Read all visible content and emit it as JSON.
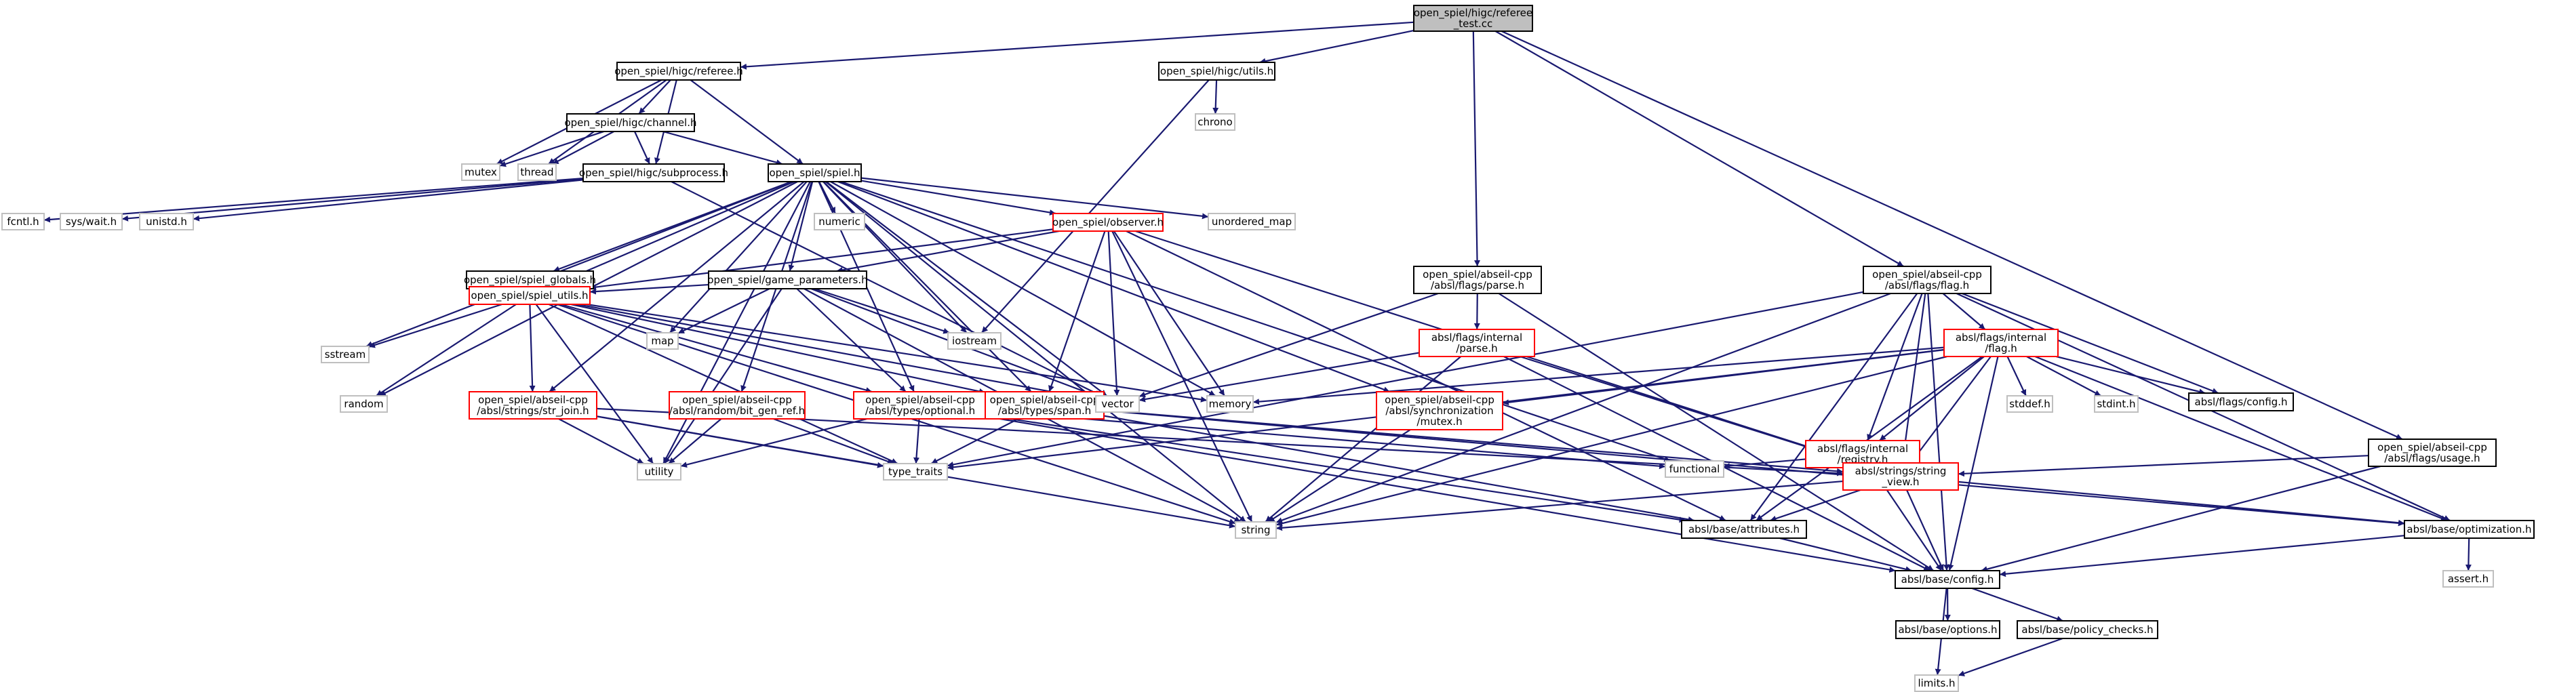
{
  "colors": {
    "edge": "#191970",
    "root_fill": "#bfbfbf",
    "node_fill": "#ffffff",
    "border_documented": "#000000",
    "border_undocumented": "#bfbfbf",
    "border_incomplete": "#ff0000"
  },
  "nodes": [
    {
      "id": "root",
      "lines": [
        "open_spiel/higc/referee",
        "_test.cc"
      ],
      "style": "root"
    },
    {
      "id": "referee_h",
      "lines": [
        "open_spiel/higc/referee.h"
      ],
      "style": "black"
    },
    {
      "id": "utils_h",
      "lines": [
        "open_spiel/higc/utils.h"
      ],
      "style": "black"
    },
    {
      "id": "chrono",
      "lines": [
        "chrono"
      ],
      "style": "gray"
    },
    {
      "id": "channel_h",
      "lines": [
        "open_spiel/higc/channel.h"
      ],
      "style": "black"
    },
    {
      "id": "mutex",
      "lines": [
        "mutex"
      ],
      "style": "gray"
    },
    {
      "id": "thread",
      "lines": [
        "thread"
      ],
      "style": "gray"
    },
    {
      "id": "subprocess_h",
      "lines": [
        "open_spiel/higc/subprocess.h"
      ],
      "style": "black"
    },
    {
      "id": "spiel_h",
      "lines": [
        "open_spiel/spiel.h"
      ],
      "style": "black"
    },
    {
      "id": "fcntl_h",
      "lines": [
        "fcntl.h"
      ],
      "style": "gray"
    },
    {
      "id": "sys_wait_h",
      "lines": [
        "sys/wait.h"
      ],
      "style": "gray"
    },
    {
      "id": "unistd_h",
      "lines": [
        "unistd.h"
      ],
      "style": "gray"
    },
    {
      "id": "numeric",
      "lines": [
        "numeric"
      ],
      "style": "gray"
    },
    {
      "id": "observer_h",
      "lines": [
        "open_spiel/observer.h"
      ],
      "style": "red"
    },
    {
      "id": "unordered_map",
      "lines": [
        "unordered_map"
      ],
      "style": "gray"
    },
    {
      "id": "spiel_globals_h",
      "lines": [
        "open_spiel/spiel_globals.h"
      ],
      "style": "black"
    },
    {
      "id": "game_parameters_h",
      "lines": [
        "open_spiel/game_parameters.h"
      ],
      "style": "black"
    },
    {
      "id": "spiel_utils_h",
      "lines": [
        "open_spiel/spiel_utils.h"
      ],
      "style": "red"
    },
    {
      "id": "map",
      "lines": [
        "map"
      ],
      "style": "gray"
    },
    {
      "id": "iostream",
      "lines": [
        "iostream"
      ],
      "style": "gray"
    },
    {
      "id": "sstream",
      "lines": [
        "sstream"
      ],
      "style": "gray"
    },
    {
      "id": "random",
      "lines": [
        "random"
      ],
      "style": "gray"
    },
    {
      "id": "str_join_h",
      "lines": [
        "open_spiel/abseil-cpp",
        "/absl/strings/str_join.h"
      ],
      "style": "red"
    },
    {
      "id": "bit_gen_ref_h",
      "lines": [
        "open_spiel/abseil-cpp",
        "/absl/random/bit_gen_ref.h"
      ],
      "style": "red"
    },
    {
      "id": "optional_h",
      "lines": [
        "open_spiel/abseil-cpp",
        "/absl/types/optional.h"
      ],
      "style": "red"
    },
    {
      "id": "span_h",
      "lines": [
        "open_spiel/abseil-cpp",
        "/absl/types/span.h"
      ],
      "style": "red"
    },
    {
      "id": "vector",
      "lines": [
        "vector"
      ],
      "style": "gray"
    },
    {
      "id": "memory",
      "lines": [
        "memory"
      ],
      "style": "gray"
    },
    {
      "id": "utility",
      "lines": [
        "utility"
      ],
      "style": "gray"
    },
    {
      "id": "type_traits",
      "lines": [
        "type_traits"
      ],
      "style": "gray"
    },
    {
      "id": "string",
      "lines": [
        "string"
      ],
      "style": "gray"
    },
    {
      "id": "flags_parse_h",
      "lines": [
        "open_spiel/abseil-cpp",
        "/absl/flags/parse.h"
      ],
      "style": "black"
    },
    {
      "id": "internal_parse_h",
      "lines": [
        "absl/flags/internal",
        "/parse.h"
      ],
      "style": "red"
    },
    {
      "id": "sync_mutex_h",
      "lines": [
        "open_spiel/abseil-cpp",
        "/absl/synchronization",
        "/mutex.h"
      ],
      "style": "red"
    },
    {
      "id": "flags_flag_h",
      "lines": [
        "open_spiel/abseil-cpp",
        "/absl/flags/flag.h"
      ],
      "style": "black"
    },
    {
      "id": "internal_flag_h",
      "lines": [
        "absl/flags/internal",
        "/flag.h"
      ],
      "style": "red"
    },
    {
      "id": "flags_config_h",
      "lines": [
        "absl/flags/config.h"
      ],
      "style": "black"
    },
    {
      "id": "stddef_h",
      "lines": [
        "stddef.h"
      ],
      "style": "gray"
    },
    {
      "id": "stdint_h",
      "lines": [
        "stdint.h"
      ],
      "style": "gray"
    },
    {
      "id": "internal_registry_h",
      "lines": [
        "absl/flags/internal",
        "/registry.h"
      ],
      "style": "red"
    },
    {
      "id": "functional",
      "lines": [
        "functional"
      ],
      "style": "gray"
    },
    {
      "id": "string_view_h",
      "lines": [
        "absl/strings/string",
        "_view.h"
      ],
      "style": "red"
    },
    {
      "id": "flags_usage_h",
      "lines": [
        "open_spiel/abseil-cpp",
        "/absl/flags/usage.h"
      ],
      "style": "black"
    },
    {
      "id": "attributes_h",
      "lines": [
        "absl/base/attributes.h"
      ],
      "style": "black"
    },
    {
      "id": "optimization_h",
      "lines": [
        "absl/base/optimization.h"
      ],
      "style": "black"
    },
    {
      "id": "assert_h",
      "lines": [
        "assert.h"
      ],
      "style": "gray"
    },
    {
      "id": "config_h",
      "lines": [
        "absl/base/config.h"
      ],
      "style": "black"
    },
    {
      "id": "options_h",
      "lines": [
        "absl/base/options.h"
      ],
      "style": "black"
    },
    {
      "id": "policy_checks_h",
      "lines": [
        "absl/base/policy_checks.h"
      ],
      "style": "black"
    },
    {
      "id": "limits_h",
      "lines": [
        "limits.h"
      ],
      "style": "gray"
    }
  ],
  "edges": [
    [
      "root",
      "referee_h"
    ],
    [
      "root",
      "utils_h"
    ],
    [
      "root",
      "flags_parse_h"
    ],
    [
      "root",
      "flags_flag_h"
    ],
    [
      "root",
      "flags_usage_h"
    ],
    [
      "referee_h",
      "mutex"
    ],
    [
      "referee_h",
      "thread"
    ],
    [
      "referee_h",
      "channel_h"
    ],
    [
      "referee_h",
      "subprocess_h"
    ],
    [
      "referee_h",
      "spiel_h"
    ],
    [
      "utils_h",
      "chrono"
    ],
    [
      "utils_h",
      "iostream"
    ],
    [
      "channel_h",
      "mutex"
    ],
    [
      "channel_h",
      "thread"
    ],
    [
      "channel_h",
      "subprocess_h"
    ],
    [
      "channel_h",
      "spiel_h"
    ],
    [
      "subprocess_h",
      "fcntl_h"
    ],
    [
      "subprocess_h",
      "sys_wait_h"
    ],
    [
      "subprocess_h",
      "unistd_h"
    ],
    [
      "subprocess_h",
      "vector"
    ],
    [
      "spiel_h",
      "numeric"
    ],
    [
      "spiel_h",
      "observer_h"
    ],
    [
      "spiel_h",
      "unordered_map"
    ],
    [
      "spiel_h",
      "spiel_globals_h"
    ],
    [
      "spiel_h",
      "game_parameters_h"
    ],
    [
      "spiel_h",
      "spiel_utils_h"
    ],
    [
      "spiel_h",
      "map"
    ],
    [
      "spiel_h",
      "iostream"
    ],
    [
      "spiel_h",
      "sstream"
    ],
    [
      "spiel_h",
      "random"
    ],
    [
      "spiel_h",
      "str_join_h"
    ],
    [
      "spiel_h",
      "bit_gen_ref_h"
    ],
    [
      "spiel_h",
      "optional_h"
    ],
    [
      "spiel_h",
      "span_h"
    ],
    [
      "spiel_h",
      "vector"
    ],
    [
      "spiel_h",
      "memory"
    ],
    [
      "spiel_h",
      "utility"
    ],
    [
      "spiel_h",
      "string"
    ],
    [
      "spiel_h",
      "functional"
    ],
    [
      "spiel_h",
      "sync_mutex_h"
    ],
    [
      "observer_h",
      "game_parameters_h"
    ],
    [
      "observer_h",
      "spiel_utils_h"
    ],
    [
      "observer_h",
      "span_h"
    ],
    [
      "observer_h",
      "vector"
    ],
    [
      "observer_h",
      "memory"
    ],
    [
      "observer_h",
      "string"
    ],
    [
      "observer_h",
      "string_view_h"
    ],
    [
      "observer_h",
      "attributes_h"
    ],
    [
      "spiel_globals_h",
      "spiel_utils_h"
    ],
    [
      "game_parameters_h",
      "spiel_utils_h"
    ],
    [
      "game_parameters_h",
      "map"
    ],
    [
      "game_parameters_h",
      "iostream"
    ],
    [
      "game_parameters_h",
      "optional_h"
    ],
    [
      "game_parameters_h",
      "string"
    ],
    [
      "game_parameters_h",
      "utility"
    ],
    [
      "game_parameters_h",
      "vector"
    ],
    [
      "spiel_utils_h",
      "sstream"
    ],
    [
      "spiel_utils_h",
      "random"
    ],
    [
      "spiel_utils_h",
      "str_join_h"
    ],
    [
      "spiel_utils_h",
      "optional_h"
    ],
    [
      "spiel_utils_h",
      "span_h"
    ],
    [
      "spiel_utils_h",
      "vector"
    ],
    [
      "spiel_utils_h",
      "memory"
    ],
    [
      "spiel_utils_h",
      "utility"
    ],
    [
      "spiel_utils_h",
      "type_traits"
    ],
    [
      "spiel_utils_h",
      "string"
    ],
    [
      "str_join_h",
      "utility"
    ],
    [
      "str_join_h",
      "type_traits"
    ],
    [
      "str_join_h",
      "string"
    ],
    [
      "str_join_h",
      "string_view_h"
    ],
    [
      "bit_gen_ref_h",
      "utility"
    ],
    [
      "bit_gen_ref_h",
      "type_traits"
    ],
    [
      "optional_h",
      "utility"
    ],
    [
      "optional_h",
      "type_traits"
    ],
    [
      "optional_h",
      "functional"
    ],
    [
      "optional_h",
      "attributes_h"
    ],
    [
      "optional_h",
      "config_h"
    ],
    [
      "span_h",
      "type_traits"
    ],
    [
      "span_h",
      "string_view_h"
    ],
    [
      "span_h",
      "attributes_h"
    ],
    [
      "span_h",
      "optimization_h"
    ],
    [
      "flags_parse_h",
      "internal_parse_h"
    ],
    [
      "flags_parse_h",
      "vector"
    ],
    [
      "flags_parse_h",
      "config_h"
    ],
    [
      "internal_parse_h",
      "vector"
    ],
    [
      "internal_parse_h",
      "string"
    ],
    [
      "internal_parse_h",
      "string_view_h"
    ],
    [
      "internal_parse_h",
      "config_h"
    ],
    [
      "sync_mutex_h",
      "string"
    ],
    [
      "flags_flag_h",
      "internal_flag_h"
    ],
    [
      "flags_flag_h",
      "flags_config_h"
    ],
    [
      "flags_flag_h",
      "internal_registry_h"
    ],
    [
      "flags_flag_h",
      "string_view_h"
    ],
    [
      "flags_flag_h",
      "attributes_h"
    ],
    [
      "flags_flag_h",
      "config_h"
    ],
    [
      "flags_flag_h",
      "optimization_h"
    ],
    [
      "flags_flag_h",
      "string"
    ],
    [
      "flags_flag_h",
      "type_traits"
    ],
    [
      "internal_flag_h",
      "flags_config_h"
    ],
    [
      "internal_flag_h",
      "stddef_h"
    ],
    [
      "internal_flag_h",
      "stdint_h"
    ],
    [
      "internal_flag_h",
      "internal_registry_h"
    ],
    [
      "internal_flag_h",
      "string_view_h"
    ],
    [
      "internal_flag_h",
      "sync_mutex_h"
    ],
    [
      "internal_flag_h",
      "memory"
    ],
    [
      "internal_flag_h",
      "string"
    ],
    [
      "internal_flag_h",
      "type_traits"
    ],
    [
      "internal_flag_h",
      "attributes_h"
    ],
    [
      "internal_flag_h",
      "config_h"
    ],
    [
      "internal_flag_h",
      "optimization_h"
    ],
    [
      "internal_registry_h",
      "functional"
    ],
    [
      "internal_registry_h",
      "string_view_h"
    ],
    [
      "internal_registry_h",
      "config_h"
    ],
    [
      "string_view_h",
      "string"
    ],
    [
      "string_view_h",
      "attributes_h"
    ],
    [
      "string_view_h",
      "config_h"
    ],
    [
      "string_view_h",
      "optimization_h"
    ],
    [
      "flags_usage_h",
      "string_view_h"
    ],
    [
      "flags_usage_h",
      "config_h"
    ],
    [
      "attributes_h",
      "config_h"
    ],
    [
      "optimization_h",
      "assert_h"
    ],
    [
      "optimization_h",
      "config_h"
    ],
    [
      "config_h",
      "options_h"
    ],
    [
      "config_h",
      "policy_checks_h"
    ],
    [
      "config_h",
      "limits_h"
    ],
    [
      "policy_checks_h",
      "limits_h"
    ]
  ]
}
